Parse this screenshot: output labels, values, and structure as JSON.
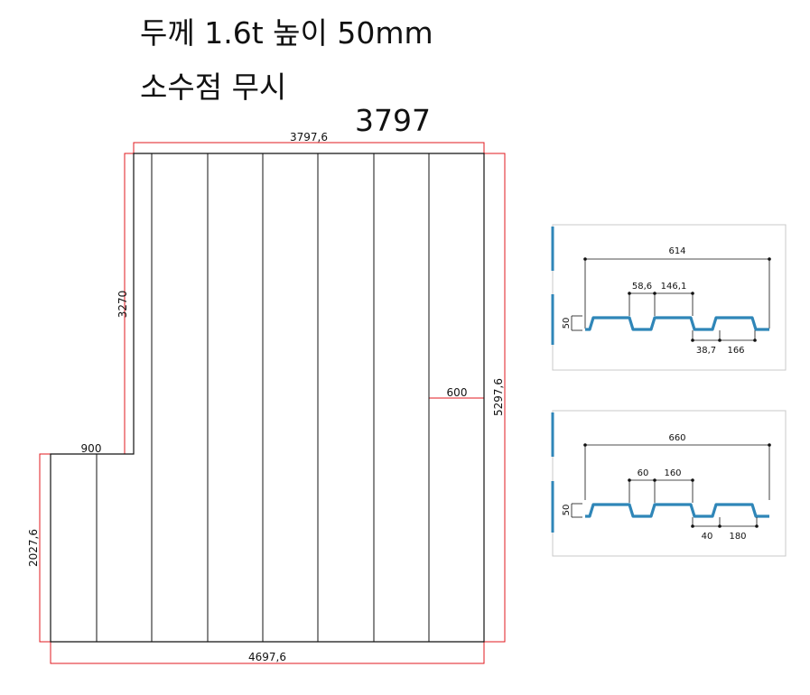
{
  "header": {
    "line1": "두께 1.6t  높이 50mm",
    "line2": "소수점 무시",
    "overall_width": "3797"
  },
  "plan": {
    "top_width": "3797,6",
    "upper_height": "3270",
    "step_width": "900",
    "right_height": "5297,6",
    "panel_offset": "600",
    "lower_height": "2027,6",
    "bottom_width": "4697,6"
  },
  "profiles": [
    {
      "overall": "614",
      "rib_top": "58,6",
      "pitch": "146,1",
      "rib_bottom": "38,7",
      "flat": "166",
      "height": "50"
    },
    {
      "overall": "660",
      "rib_top": "60",
      "pitch": "160",
      "rib_bottom": "40",
      "flat": "180",
      "height": "50"
    }
  ],
  "colors": {
    "dimension_line": "#e0191f",
    "outline": "#111111",
    "profile": "#2f86b8"
  }
}
